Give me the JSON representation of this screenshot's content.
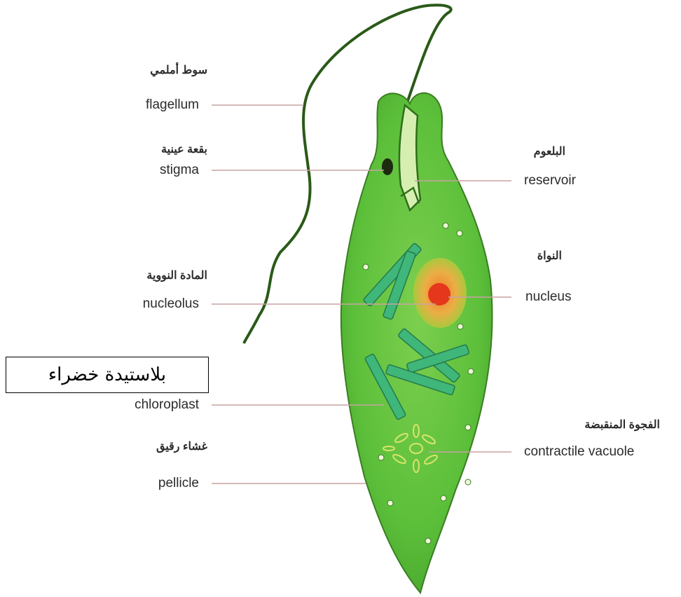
{
  "labels_left": [
    {
      "id": "flagellum",
      "ar": "سوط أملمي",
      "en": "flagellum"
    },
    {
      "id": "stigma",
      "ar": "بقعة عينية",
      "en": "stigma"
    },
    {
      "id": "nucleolus",
      "ar": "المادة النووية",
      "en": "nucleolus"
    },
    {
      "id": "chloroplast",
      "ar": "بلاستيدة خضراء",
      "en": "chloroplast"
    },
    {
      "id": "pellicle",
      "ar": "غشاء رقيق",
      "en": "pellicle"
    }
  ],
  "labels_right": [
    {
      "id": "reservoir",
      "ar": "البلعوم",
      "en": "reservoir"
    },
    {
      "id": "nucleus",
      "ar": "النواة",
      "en": "nucleus"
    },
    {
      "id": "contractile-vacuole",
      "ar": "الفجوة المنقبضة",
      "en": "contractile vacuole"
    }
  ],
  "colors": {
    "cell_fill": "#5cbf3a",
    "cell_outline": "#2f6e1c",
    "chloroplast": "#3fb67a",
    "nucleus_core": "#e4371c",
    "nucleus_halo": "#e9b84a",
    "leader_line": "#c9a3a3"
  }
}
